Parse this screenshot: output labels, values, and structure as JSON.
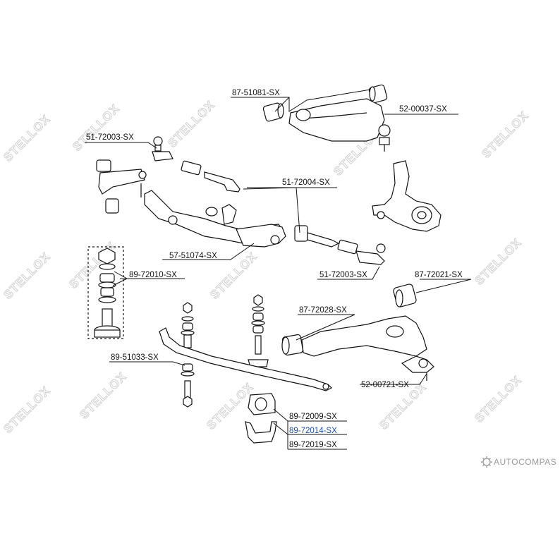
{
  "watermark": {
    "text": "STELLOX"
  },
  "brand": {
    "text": "AUTOCOMPAS"
  },
  "parts": {
    "p87_51081": "87-51081-SX",
    "p52_00037": "52-00037-SX",
    "p51_72003_top": "51-72003-SX",
    "p51_72004": "51-72004-SX",
    "p57_51074": "57-51074-SX",
    "p89_72010": "89-72010-SX",
    "p51_72003_bottom": "51-72003-SX",
    "p87_72021": "87-72021-SX",
    "p87_72028": "87-72028-SX",
    "p89_51033": "89-51033-SX",
    "p52_00721": "52-00721-SX",
    "p89_72009": "89-72009-SX",
    "p89_72014": "89-72014-SX",
    "p89_72019": "89-72019-SX"
  },
  "colors": {
    "highlight": "#1a4fb5",
    "line": "#111111",
    "watermark": "#d0d0d0"
  }
}
